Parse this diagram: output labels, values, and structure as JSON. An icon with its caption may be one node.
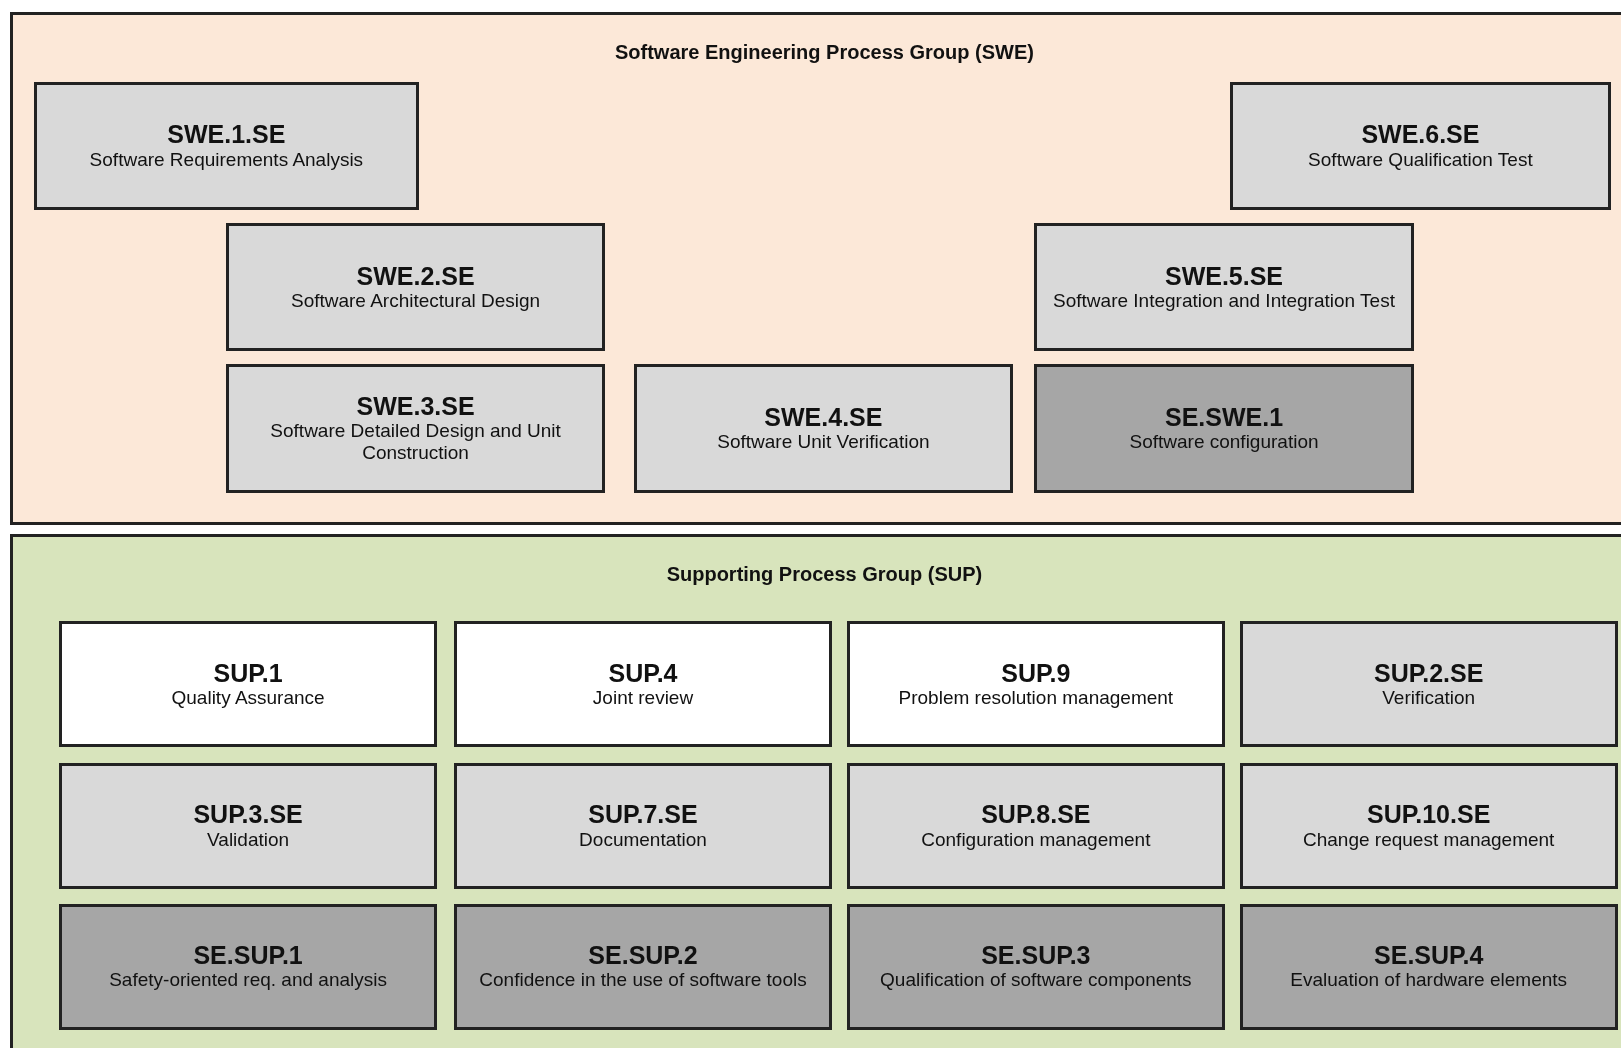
{
  "diagram": {
    "nodes": [
      {
        "text": [
          "Software Engineering Process Group (SWE)"
        ]
      },
      {
        "text": [
          "SWE.1.SE",
          "Software Requirements Analysis"
        ],
        "in": 0
      },
      {
        "text": [
          "SWE.6.SE",
          "Software Qualification Test"
        ],
        "in": 0
      },
      {
        "text": [
          "SWE.2.SE",
          "Software Architectural Design"
        ],
        "in": 0
      },
      {
        "text": [
          "SWE.5.SE",
          "Software Integration and Integration Test"
        ],
        "in": 0
      },
      {
        "text": [
          "SWE.3.SE",
          "Software Detailed Design and Unit Construction"
        ],
        "in": 0
      },
      {
        "text": [
          "SWE.4.SE",
          "Software Unit Verification"
        ],
        "in": 0
      },
      {
        "text": [
          "SE.SWE.1",
          "Software configuration"
        ],
        "in": 0
      },
      {
        "text": [
          "Supporting Process Group (SUP)"
        ]
      },
      {
        "text": [
          "SUP.1",
          "Quality Assurance"
        ],
        "in": 8
      },
      {
        "text": [
          "SUP.4",
          "Joint review"
        ],
        "in": 8
      },
      {
        "text": [
          "SUP.9",
          "Problem resolution management"
        ],
        "in": 8
      },
      {
        "text": [
          "SUP.2.SE",
          "Verification"
        ],
        "in": 8
      },
      {
        "text": [
          "SUP.3.SE",
          "Validation"
        ],
        "in": 8
      },
      {
        "text": [
          "SUP.7.SE",
          "Documentation"
        ],
        "in": 8
      },
      {
        "text": [
          "SUP.8.SE",
          "Configuration management"
        ],
        "in": 8
      },
      {
        "text": [
          "SUP.10.SE",
          "Change request management"
        ],
        "in": 8
      },
      {
        "text": [
          "SE.SUP.1",
          "Safety-oriented req. and analysis"
        ],
        "in": 8
      },
      {
        "text": [
          "SE.SUP.2",
          "Confidence in the use of software tools"
        ],
        "in": 8
      },
      {
        "text": [
          "SE.SUP.3",
          "Qualification of software components"
        ],
        "in": 8
      },
      {
        "text": [
          "SE.SUP.4",
          "Evaluation of hardware elements"
        ],
        "in": 8
      }
    ]
  }
}
